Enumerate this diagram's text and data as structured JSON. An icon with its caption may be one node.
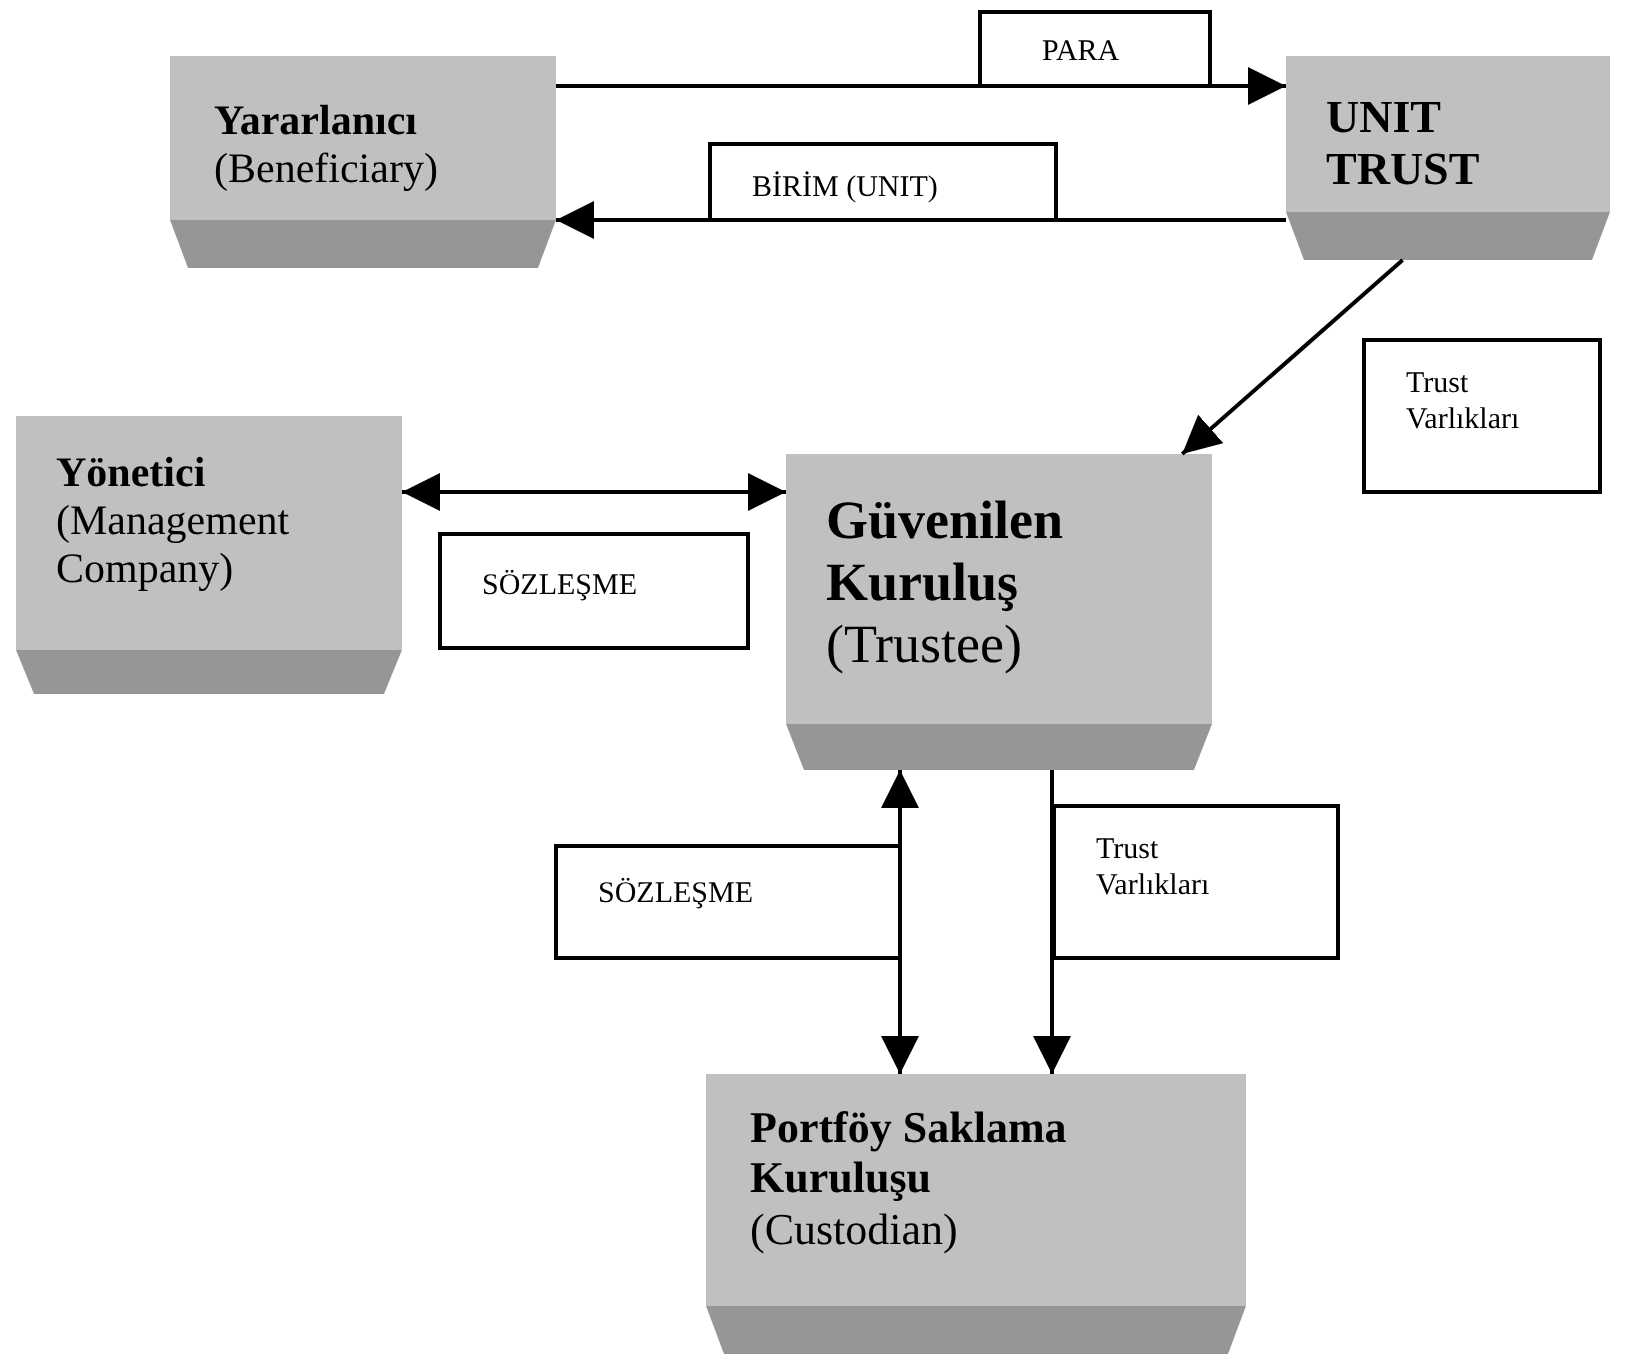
{
  "diagram": {
    "nodes": [
      {
        "text": [
          "Yararlanıcı",
          "(Beneficiary)"
        ]
      },
      {
        "text": [
          "UNIT TRUST"
        ]
      },
      {
        "text": [
          "Yönetici",
          "(Management Company)"
        ]
      },
      {
        "text": [
          "Güvenilen Kuruluş",
          "(Trustee)"
        ]
      },
      {
        "text": [
          "Portföy Saklama Kuruluşu",
          "(Custodian)"
        ]
      }
    ],
    "edges": [
      {
        "from": 0,
        "to": 1,
        "arrow": "to",
        "label": "PARA"
      },
      {
        "from": 1,
        "to": 0,
        "arrow": "to",
        "label": "BİRİM (UNIT)"
      },
      {
        "from": 1,
        "to": 3,
        "arrow": "to",
        "label": "Trust Varlıkları"
      },
      {
        "from": 2,
        "to": 3,
        "arrow": "both",
        "label": "SÖZLEŞME"
      },
      {
        "from": 3,
        "to": 4,
        "arrow": "both",
        "label": "SÖZLEŞME"
      },
      {
        "from": 3,
        "to": 4,
        "arrow": "to",
        "label": "Trust Varlıkları"
      }
    ]
  }
}
